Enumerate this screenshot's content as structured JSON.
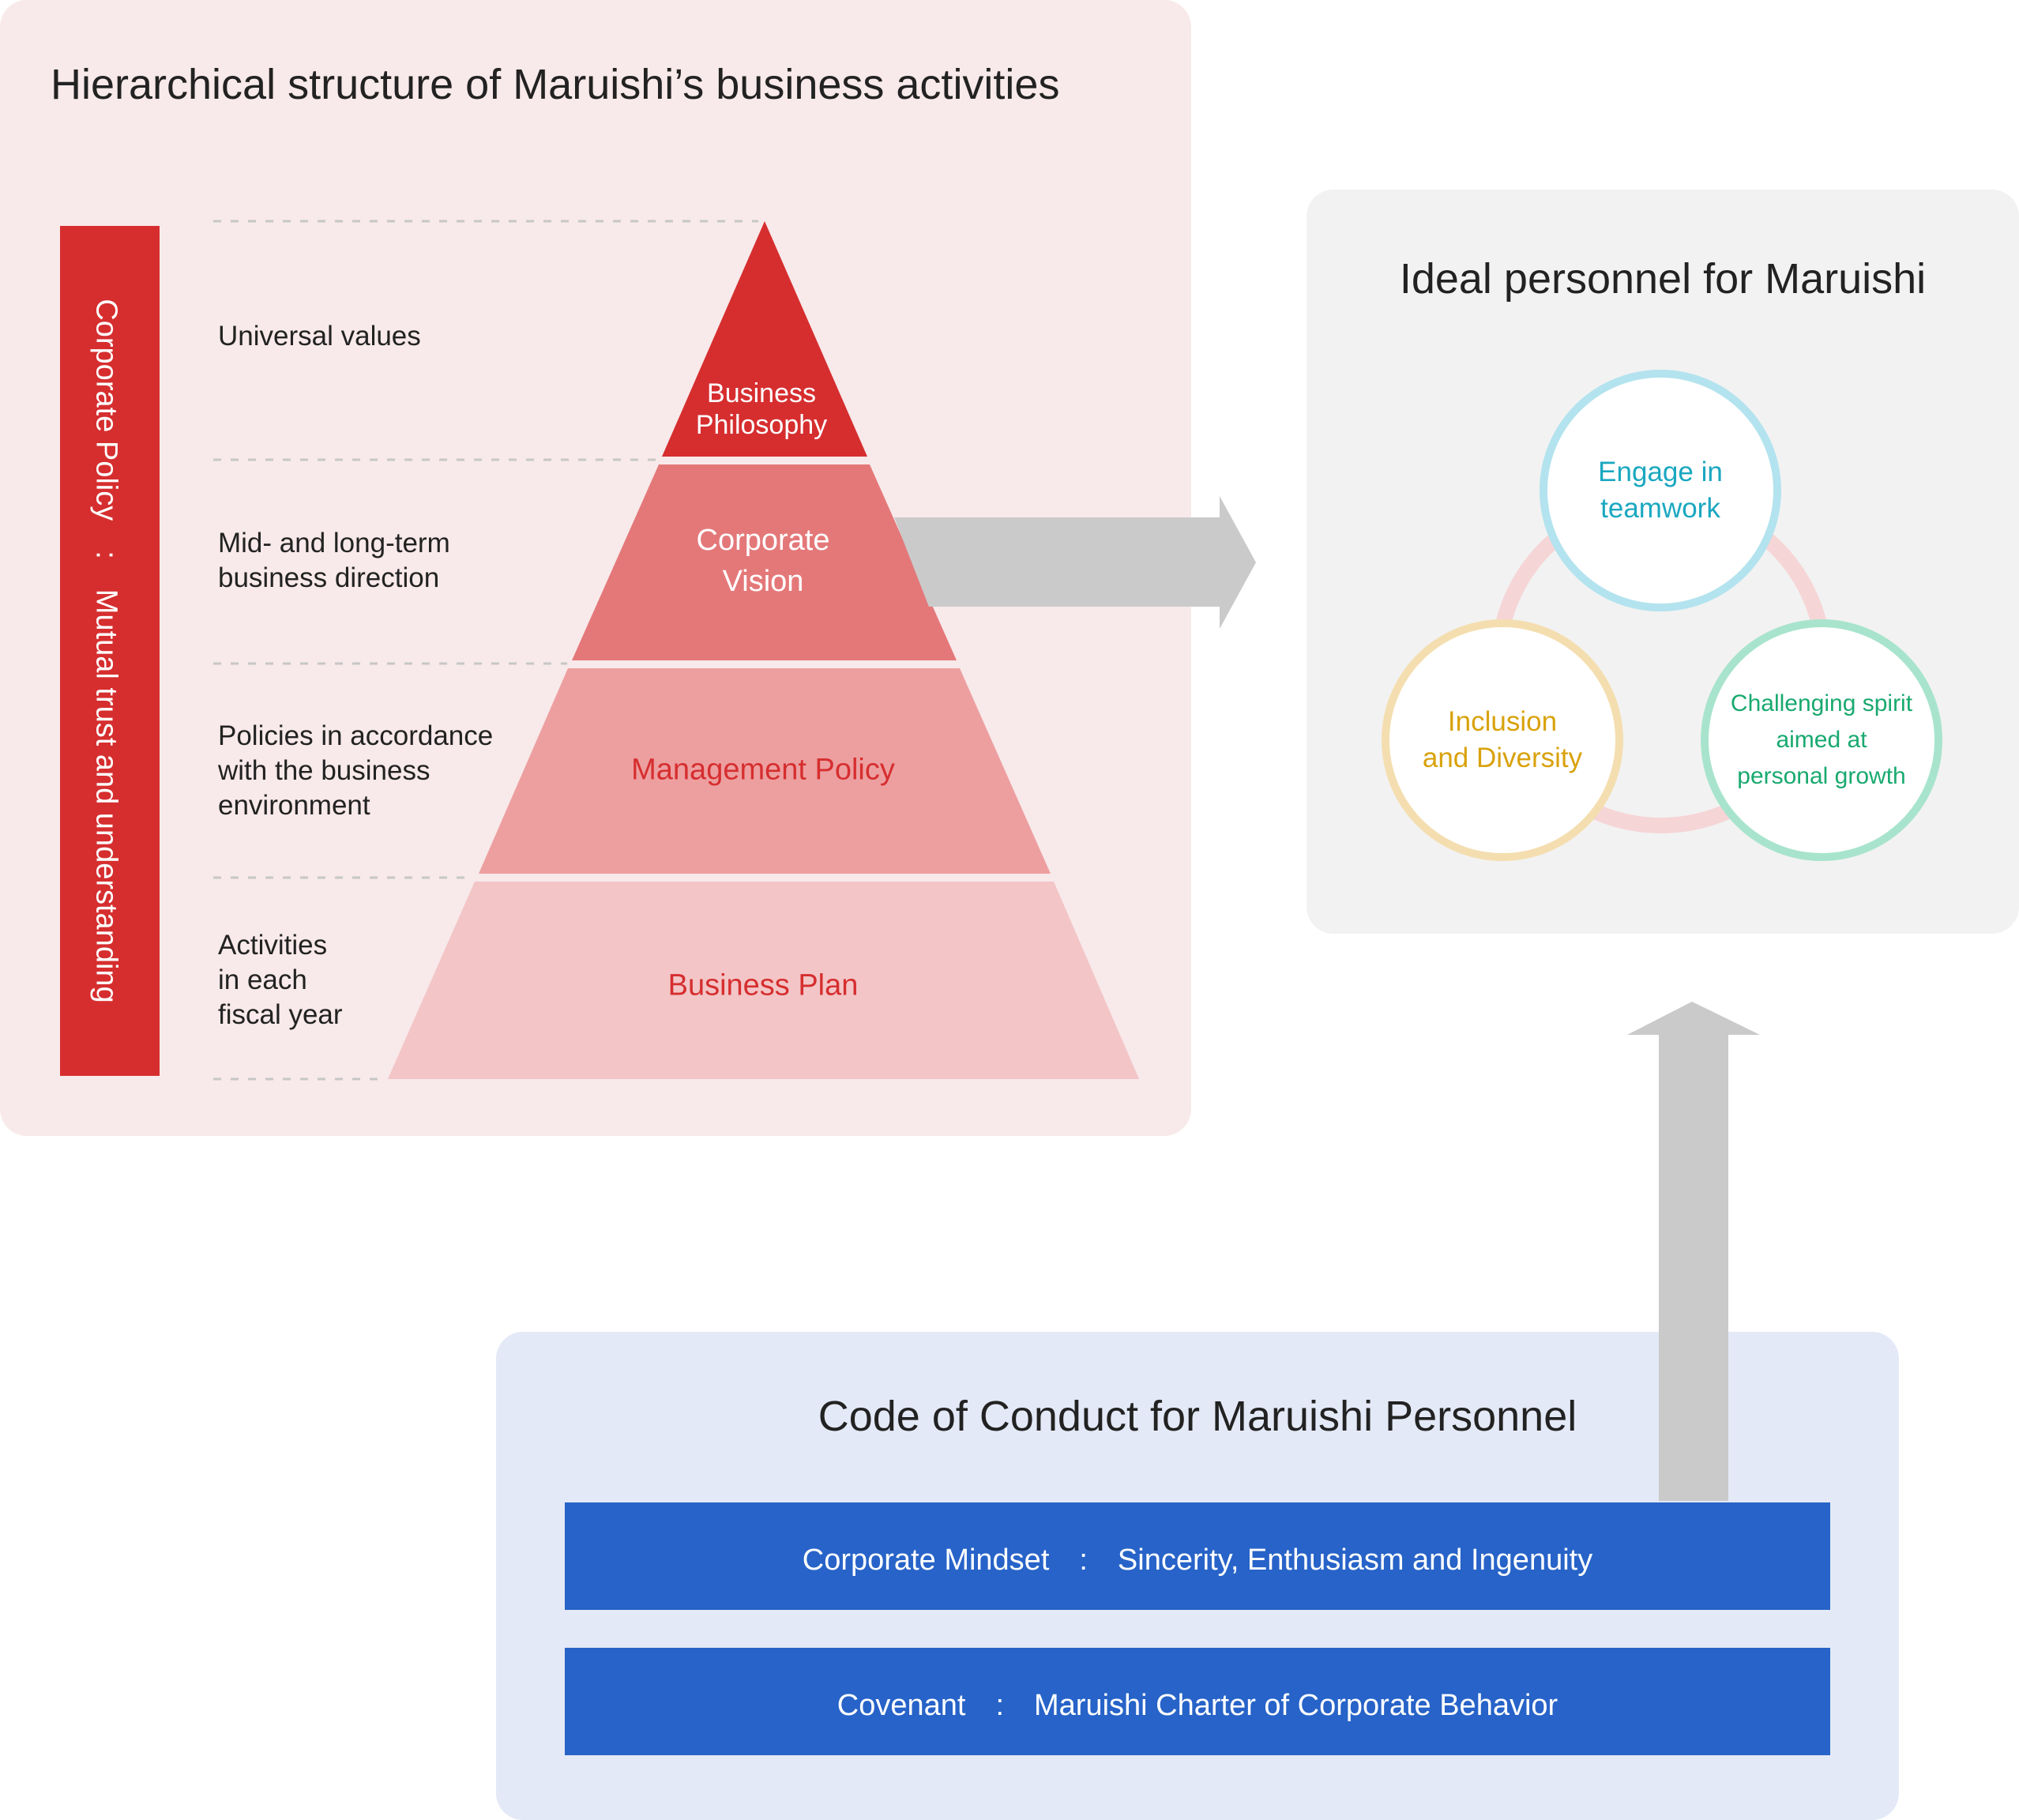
{
  "hierarchy": {
    "title": "Hierarchical structure of Maruishi’s business activities",
    "policy": "Corporate Policy　:　Mutual trust and understanding",
    "levels": [
      {
        "description": "Universal values",
        "tier": "Business\nPhilosophy"
      },
      {
        "description": "Mid- and long-term\nbusiness direction",
        "tier": "Corporate\nVision"
      },
      {
        "description": "Policies in accordance\nwith the business\nenvironment",
        "tier": "Management Policy"
      },
      {
        "description": "Activities\nin each\nfiscal year",
        "tier": "Business Plan"
      }
    ]
  },
  "ideal": {
    "title": "Ideal personnel  for Maruishi",
    "traits": [
      "Engage in\nteamwork",
      "Inclusion\nand Diversity",
      "Challenging spirit\naimed at\npersonal growth"
    ]
  },
  "code": {
    "title": "Code of Conduct for Maruishi Personnel",
    "mindset": "Corporate Mindset　:　Sincerity, Enthusiasm and Ingenuity",
    "covenant": "Covenant　:　Maruishi Charter of Corporate Behavior"
  },
  "colors": {
    "policy_bar": "#d62e2f",
    "tier_philosophy": "#d62e2f",
    "tier_vision": "#e47879",
    "tier_management": "#ed9fa0",
    "tier_plan": "#f3c5c7",
    "teamwork_ring": "#b3e3ee",
    "inclusion_ring": "#f4deb0",
    "challenge_ring": "#a8e4cd",
    "code_bar": "#2763c8",
    "arrow": "#cacaca"
  }
}
